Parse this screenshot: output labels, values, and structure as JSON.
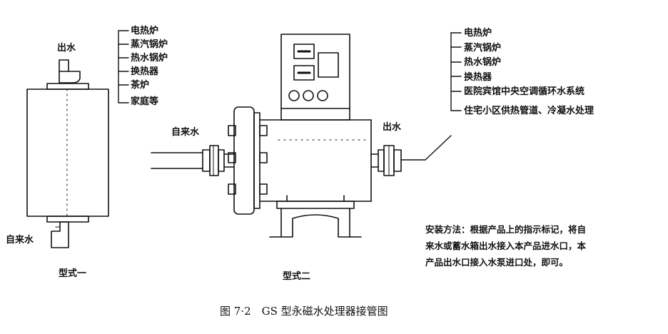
{
  "type1": {
    "outlet_label": "出水",
    "inlet_label": "自来水",
    "model_label": "型式一",
    "applications": [
      "电热炉",
      "蒸汽锅炉",
      "热水锅炉",
      "换热器",
      "茶炉",
      "家庭等"
    ]
  },
  "type2": {
    "inlet_label": "自来水",
    "outlet_label": "出水",
    "model_label": "型式二",
    "applications": [
      "电热炉",
      "蒸汽锅炉",
      "热水锅炉",
      "换热器",
      "医院宾馆中央空调循环水系统",
      "住宅小区供热管道、冷凝水处理"
    ]
  },
  "installation_note": "安装方法：根据产品上的指示标记，将自来水或蓄水箱出水接入本产品进水口，本产品出水口接入水泵进口处，即可。",
  "caption": "图 7·2　GS 型永磁水处理器接管图",
  "colors": {
    "line": "#111111",
    "background": "#ffffff"
  }
}
